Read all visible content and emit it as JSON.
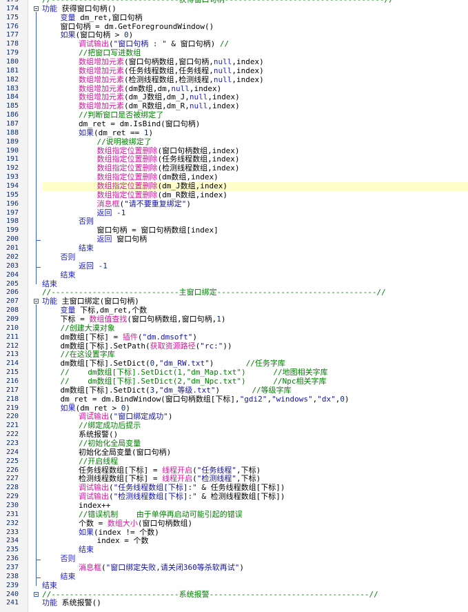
{
  "editor": {
    "first_line_number": 173,
    "highlighted_line": 194,
    "fold_markers": [
      174,
      207,
      240
    ],
    "lines": [
      [
        [
          "cm",
          "//----------------------------获得窗口句柄-----------------------------------//"
        ]
      ],
      [
        [
          "kw",
          "功能"
        ],
        [
          "plain",
          " 获得窗口句柄()"
        ]
      ],
      [
        [
          "plain",
          "    "
        ],
        [
          "kw",
          "变量"
        ],
        [
          "plain",
          " dm_ret,窗口句柄"
        ]
      ],
      [
        [
          "plain",
          "    窗口句柄 = dm.GetForegroundWindow()"
        ]
      ],
      [
        [
          "plain",
          "    "
        ],
        [
          "kw",
          "如果"
        ],
        [
          "plain",
          "(窗口句柄 > "
        ],
        [
          "num",
          "0"
        ],
        [
          "plain",
          ")"
        ]
      ],
      [
        [
          "plain",
          "        "
        ],
        [
          "fn",
          "调试输出"
        ],
        [
          "plain",
          "("
        ],
        [
          "str",
          "\"窗口句柄 : \""
        ],
        [
          "plain",
          " & 窗口句柄) "
        ],
        [
          "cm",
          "//"
        ]
      ],
      [
        [
          "plain",
          "        "
        ],
        [
          "cm",
          "//把窗口写进数组"
        ]
      ],
      [
        [
          "plain",
          "        "
        ],
        [
          "fn",
          "数组增加元素"
        ],
        [
          "plain",
          "(窗口句柄数组,窗口句柄,"
        ],
        [
          "kw",
          "null"
        ],
        [
          "plain",
          ",index)"
        ]
      ],
      [
        [
          "plain",
          "        "
        ],
        [
          "fn",
          "数组增加元素"
        ],
        [
          "plain",
          "(任务线程数组,任务线程,"
        ],
        [
          "kw",
          "null"
        ],
        [
          "plain",
          ",index)"
        ]
      ],
      [
        [
          "plain",
          "        "
        ],
        [
          "fn",
          "数组增加元素"
        ],
        [
          "plain",
          "(检测线程数组,检测线程,"
        ],
        [
          "kw",
          "null"
        ],
        [
          "plain",
          ",index)"
        ]
      ],
      [
        [
          "plain",
          "        "
        ],
        [
          "fn",
          "数组增加元素"
        ],
        [
          "plain",
          "(dm数组,dm,"
        ],
        [
          "kw",
          "null"
        ],
        [
          "plain",
          ",index)"
        ]
      ],
      [
        [
          "plain",
          "        "
        ],
        [
          "fn",
          "数组增加元素"
        ],
        [
          "plain",
          "(dm_J数组,dm_J,"
        ],
        [
          "kw",
          "null"
        ],
        [
          "plain",
          ",index)"
        ]
      ],
      [
        [
          "plain",
          "        "
        ],
        [
          "fn",
          "数组增加元素"
        ],
        [
          "plain",
          "(dm_R数组,dm_R,"
        ],
        [
          "kw",
          "null"
        ],
        [
          "plain",
          ",index)"
        ]
      ],
      [
        [
          "plain",
          "        "
        ],
        [
          "cm",
          "//判断窗口是否被绑定了"
        ]
      ],
      [
        [
          "plain",
          "        dm_ret = dm.IsBind(窗口句柄)"
        ]
      ],
      [
        [
          "plain",
          "        "
        ],
        [
          "kw",
          "如果"
        ],
        [
          "plain",
          "(dm_ret == "
        ],
        [
          "num",
          "1"
        ],
        [
          "plain",
          ")"
        ]
      ],
      [
        [
          "plain",
          "            "
        ],
        [
          "cm",
          "//说明被绑定了"
        ]
      ],
      [
        [
          "plain",
          "            "
        ],
        [
          "fn",
          "数组指定位置删除"
        ],
        [
          "plain",
          "(窗口句柄数组,index)"
        ]
      ],
      [
        [
          "plain",
          "            "
        ],
        [
          "fn",
          "数组指定位置删除"
        ],
        [
          "plain",
          "(任务线程数组,index)"
        ]
      ],
      [
        [
          "plain",
          "            "
        ],
        [
          "fn",
          "数组指定位置删除"
        ],
        [
          "plain",
          "(检测线程数组,index)"
        ]
      ],
      [
        [
          "plain",
          "            "
        ],
        [
          "fn",
          "数组指定位置删除"
        ],
        [
          "plain",
          "(dm数组,index)"
        ]
      ],
      [
        [
          "plain",
          "            "
        ],
        [
          "fn",
          "数组指定位置删除"
        ],
        [
          "plain",
          "(dm_J数组,index)"
        ]
      ],
      [
        [
          "plain",
          "            "
        ],
        [
          "fn",
          "数组指定位置删除"
        ],
        [
          "plain",
          "(dm_R数组,index)"
        ]
      ],
      [
        [
          "plain",
          "            "
        ],
        [
          "fn",
          "消息框"
        ],
        [
          "plain",
          "("
        ],
        [
          "str",
          "\"请不要重复绑定\""
        ],
        [
          "plain",
          ")"
        ]
      ],
      [
        [
          "plain",
          "            "
        ],
        [
          "kw",
          "返回"
        ],
        [
          "plain",
          " "
        ],
        [
          "num",
          "-1"
        ]
      ],
      [
        [
          "plain",
          "        "
        ],
        [
          "kw",
          "否则"
        ]
      ],
      [
        [
          "plain",
          "            窗口句柄 = 窗口句柄数组[index]"
        ]
      ],
      [
        [
          "plain",
          "            "
        ],
        [
          "kw",
          "返回"
        ],
        [
          "plain",
          " 窗口句柄"
        ]
      ],
      [
        [
          "plain",
          "        "
        ],
        [
          "kw",
          "结束"
        ]
      ],
      [
        [
          "plain",
          "    "
        ],
        [
          "kw",
          "否则"
        ]
      ],
      [
        [
          "plain",
          "        "
        ],
        [
          "kw",
          "返回"
        ],
        [
          "plain",
          " "
        ],
        [
          "num",
          "-1"
        ]
      ],
      [
        [
          "plain",
          "    "
        ],
        [
          "kw",
          "结束"
        ]
      ],
      [
        [
          "kw",
          "结束"
        ]
      ],
      [
        [
          "cm",
          "//----------------------------主窗口绑定-----------------------------------//"
        ]
      ],
      [
        [
          "kw",
          "功能"
        ],
        [
          "plain",
          " 主窗口绑定(窗口句柄)"
        ]
      ],
      [
        [
          "plain",
          "    "
        ],
        [
          "kw",
          "变量"
        ],
        [
          "plain",
          " 下标,dm_ret,个数"
        ]
      ],
      [
        [
          "plain",
          "    下标 = "
        ],
        [
          "fn",
          "数组值查找"
        ],
        [
          "plain",
          "(窗口句柄数组,窗口句柄,"
        ],
        [
          "num",
          "1"
        ],
        [
          "plain",
          ")"
        ]
      ],
      [
        [
          "plain",
          "    "
        ],
        [
          "cm",
          "//创建大漠对象"
        ]
      ],
      [
        [
          "plain",
          "    dm数组[下标] = "
        ],
        [
          "fn",
          "插件"
        ],
        [
          "plain",
          "("
        ],
        [
          "str",
          "\"dm.dmsoft\""
        ],
        [
          "plain",
          ")"
        ]
      ],
      [
        [
          "plain",
          "    dm数组[下标].SetPath("
        ],
        [
          "fn",
          "获取资源路径"
        ],
        [
          "plain",
          "("
        ],
        [
          "str",
          "\"rc:\""
        ],
        [
          "plain",
          "))"
        ]
      ],
      [
        [
          "plain",
          "    "
        ],
        [
          "cm",
          "//在这设置字库"
        ]
      ],
      [
        [
          "plain",
          "    dm数组[下标].SetDict("
        ],
        [
          "num",
          "0"
        ],
        [
          "plain",
          ","
        ],
        [
          "str",
          "\"dm_RW.txt\""
        ],
        [
          "plain",
          ")       "
        ],
        [
          "cm",
          "//任务字库"
        ]
      ],
      [
        [
          "cm",
          "    //    dm数组[下标].SetDict(1,\"dm_Map.txt\")      //地图相关字库"
        ]
      ],
      [
        [
          "cm",
          "    //    dm数组[下标].SetDict(2,\"dm_Npc.txt\")      //Npc相关字库"
        ]
      ],
      [
        [
          "plain",
          "    dm数组[下标].SetDict("
        ],
        [
          "num",
          "3"
        ],
        [
          "plain",
          ","
        ],
        [
          "str",
          "\"dm_等级.txt\""
        ],
        [
          "plain",
          ")       "
        ],
        [
          "cm",
          "//等级字库"
        ]
      ],
      [
        [
          "plain",
          "    dm_ret = dm.BindWindow(窗口句柄数组[下标],"
        ],
        [
          "str",
          "\"gdi2\""
        ],
        [
          "plain",
          ","
        ],
        [
          "str",
          "\"windows\""
        ],
        [
          "plain",
          ","
        ],
        [
          "str",
          "\"dx\""
        ],
        [
          "plain",
          ","
        ],
        [
          "num",
          "0"
        ],
        [
          "plain",
          ")"
        ]
      ],
      [
        [
          "plain",
          "    "
        ],
        [
          "kw",
          "如果"
        ],
        [
          "plain",
          "(dm_ret > "
        ],
        [
          "num",
          "0"
        ],
        [
          "plain",
          ")"
        ]
      ],
      [
        [
          "plain",
          "        "
        ],
        [
          "fn",
          "调试输出"
        ],
        [
          "plain",
          "("
        ],
        [
          "str",
          "\"窗口绑定成功\""
        ],
        [
          "plain",
          ")"
        ]
      ],
      [
        [
          "plain",
          "        "
        ],
        [
          "cm",
          "//绑定成功后提示"
        ]
      ],
      [
        [
          "plain",
          "        系统报警()"
        ]
      ],
      [
        [
          "plain",
          "        "
        ],
        [
          "cm",
          "//初始化全局变量"
        ]
      ],
      [
        [
          "plain",
          "        初始化全局变量(窗口句柄)"
        ]
      ],
      [
        [
          "plain",
          "        "
        ],
        [
          "cm",
          "//开启线程"
        ]
      ],
      [
        [
          "plain",
          "        任务线程数组[下标] = "
        ],
        [
          "fn",
          "线程开启"
        ],
        [
          "plain",
          "("
        ],
        [
          "str",
          "\"任务线程\""
        ],
        [
          "plain",
          ",下标)"
        ]
      ],
      [
        [
          "plain",
          "        检测线程数组[下标] = "
        ],
        [
          "fn",
          "线程开启"
        ],
        [
          "plain",
          "("
        ],
        [
          "str",
          "\"检测线程\""
        ],
        [
          "plain",
          ",下标)"
        ]
      ],
      [
        [
          "plain",
          "        "
        ],
        [
          "fn",
          "调试输出"
        ],
        [
          "plain",
          "("
        ],
        [
          "str",
          "\"任务线程数组[下标]:\""
        ],
        [
          "plain",
          " & 任务线程数组[下标])"
        ]
      ],
      [
        [
          "plain",
          "        "
        ],
        [
          "fn",
          "调试输出"
        ],
        [
          "plain",
          "("
        ],
        [
          "str",
          "\"检测线程数组[下标]:\""
        ],
        [
          "plain",
          " & 检测线程数组[下标])"
        ]
      ],
      [
        [
          "plain",
          "        index++"
        ]
      ],
      [
        [
          "plain",
          "        "
        ],
        [
          "cm",
          "//错误机制    由于单停再启动可能引起的错误"
        ]
      ],
      [
        [
          "plain",
          "        个数 = "
        ],
        [
          "fn",
          "数组大小"
        ],
        [
          "plain",
          "(窗口句柄数组)"
        ]
      ],
      [
        [
          "plain",
          "        "
        ],
        [
          "kw",
          "如果"
        ],
        [
          "plain",
          "(index != 个数)"
        ]
      ],
      [
        [
          "plain",
          "            index = 个数"
        ]
      ],
      [
        [
          "plain",
          "        "
        ],
        [
          "kw",
          "结束"
        ]
      ],
      [
        [
          "plain",
          "    "
        ],
        [
          "kw",
          "否则"
        ]
      ],
      [
        [
          "plain",
          "        "
        ],
        [
          "fn",
          "消息框"
        ],
        [
          "plain",
          "("
        ],
        [
          "str",
          "\"窗口绑定失败,请关闭360等杀软再试\""
        ],
        [
          "plain",
          ")"
        ]
      ],
      [
        [
          "plain",
          "    "
        ],
        [
          "kw",
          "结束"
        ]
      ],
      [
        [
          "kw",
          "结束"
        ]
      ],
      [
        [
          "cm",
          "//----------------------------系统报警-----------------------------------//"
        ]
      ],
      [
        [
          "kw",
          "功能"
        ],
        [
          "plain",
          " 系统报警()"
        ]
      ]
    ]
  },
  "colors": {
    "keyword": "#1e1ec8",
    "function": "#d0199b",
    "string": "#1010a8",
    "comment": "#008000",
    "line_number": "#0b2a6f",
    "highlight": "#ffffcc"
  }
}
